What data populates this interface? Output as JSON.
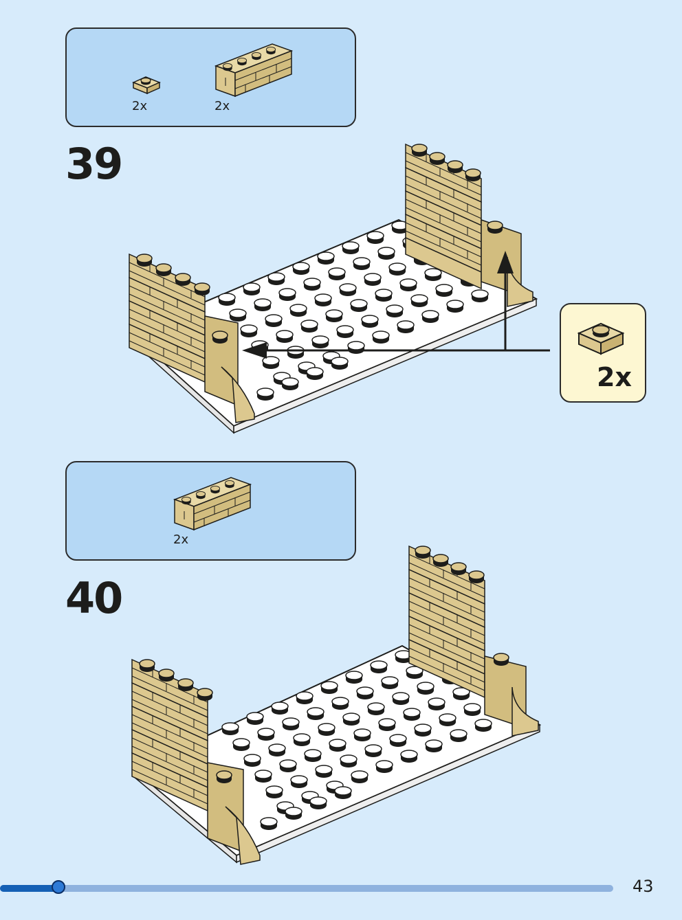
{
  "step39": {
    "number": "39",
    "parts": [
      {
        "name": "tan 1x1 plate",
        "qty": "2x"
      },
      {
        "name": "tan 1x4 brick with brick pattern",
        "qty": "2x"
      }
    ],
    "callout": {
      "name": "tan 1x1 plate",
      "qty": "2x"
    }
  },
  "step40": {
    "number": "40",
    "parts": [
      {
        "name": "tan 1x4 brick with brick pattern",
        "qty": "2x"
      }
    ]
  },
  "footer": {
    "page_number": "43",
    "progress_fraction": 0.095
  },
  "colors": {
    "background": "#d7ebfb",
    "parts_box": "#b5d8f5",
    "callout_box": "#fdf7d2",
    "tan": "#dcc88f",
    "baseplate": "#ffffff",
    "progress": "#1560b5"
  }
}
